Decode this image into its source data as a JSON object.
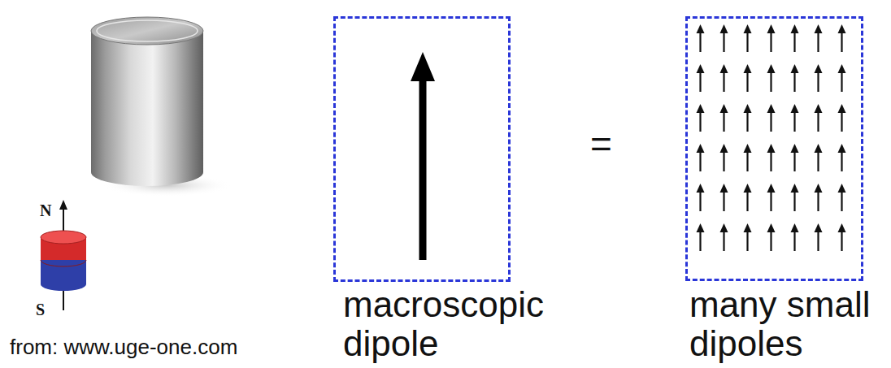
{
  "diagram": {
    "nodes": [
      {
        "text": [
          "macroscopic dipole"
        ]
      },
      {
        "text": [
          "many small dipoles"
        ]
      }
    ],
    "labels": [
      "N",
      "S",
      "from: www.uge-one.com",
      "="
    ]
  }
}
